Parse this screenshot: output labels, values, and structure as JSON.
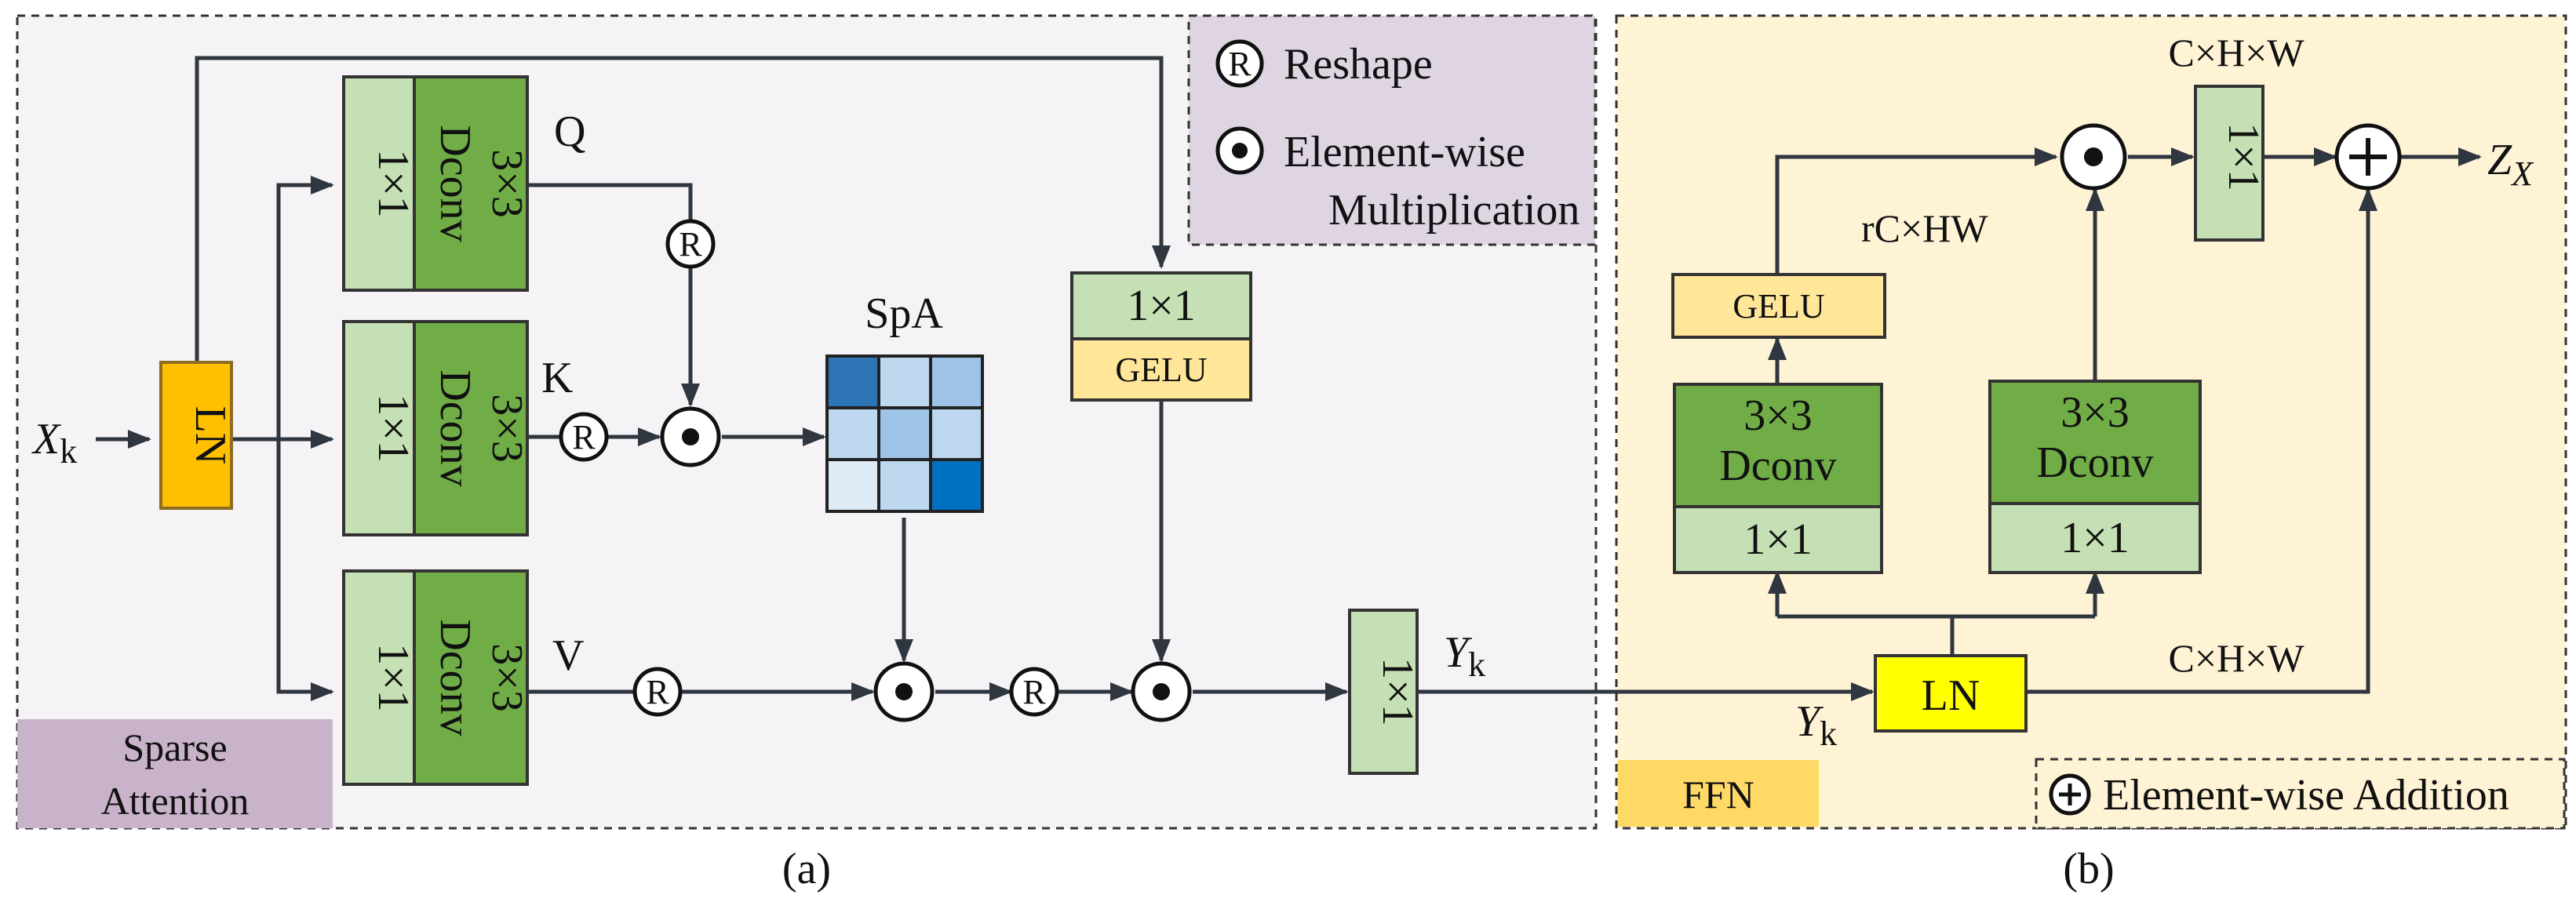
{
  "caption_a": "(a)",
  "caption_b": "(b)",
  "legend": {
    "r_symbol": "R",
    "reshape": "Reshape",
    "mult_line1": "Element-wise",
    "mult_line2": "Multiplication",
    "addition": "Element-wise Addition"
  },
  "panels": {
    "sparse_line1": "Sparse",
    "sparse_line2": "Attention",
    "ffn": "FFN"
  },
  "labels": {
    "input": "X",
    "input_sub": "k",
    "ln": "LN",
    "conv1x1": "1×1",
    "conv3x3": "3×3",
    "dconv": "Dconv",
    "q": "Q",
    "k": "K",
    "v": "V",
    "spa": "SpA",
    "gelu": "GELU",
    "yk": "Y",
    "yk_sub": "k",
    "zx": "Z",
    "zx_sub": "X",
    "dim_chw": "C×H×W",
    "dim_rchw": "rC×HW"
  },
  "colors": {
    "light_green": "#c5e0b4",
    "dark_green": "#70ad47",
    "gelu": "#ffe699",
    "ln_orange": "#ffc000",
    "ln_yellow": "#ffff00",
    "panel_a": "#f5f3f6",
    "panel_b": "#fff3d6",
    "sparse_tag": "#c9b3cb",
    "ffn_tag": "#ffd966",
    "legend_bg": "#ded4e2",
    "spa_cells": [
      "#2e75b6",
      "#bdd7ee",
      "#9dc3e6",
      "#bdd7ee",
      "#9dc3e6",
      "#bdd7ee",
      "#ddebf7",
      "#bdd7ee",
      "#0070c0"
    ]
  }
}
